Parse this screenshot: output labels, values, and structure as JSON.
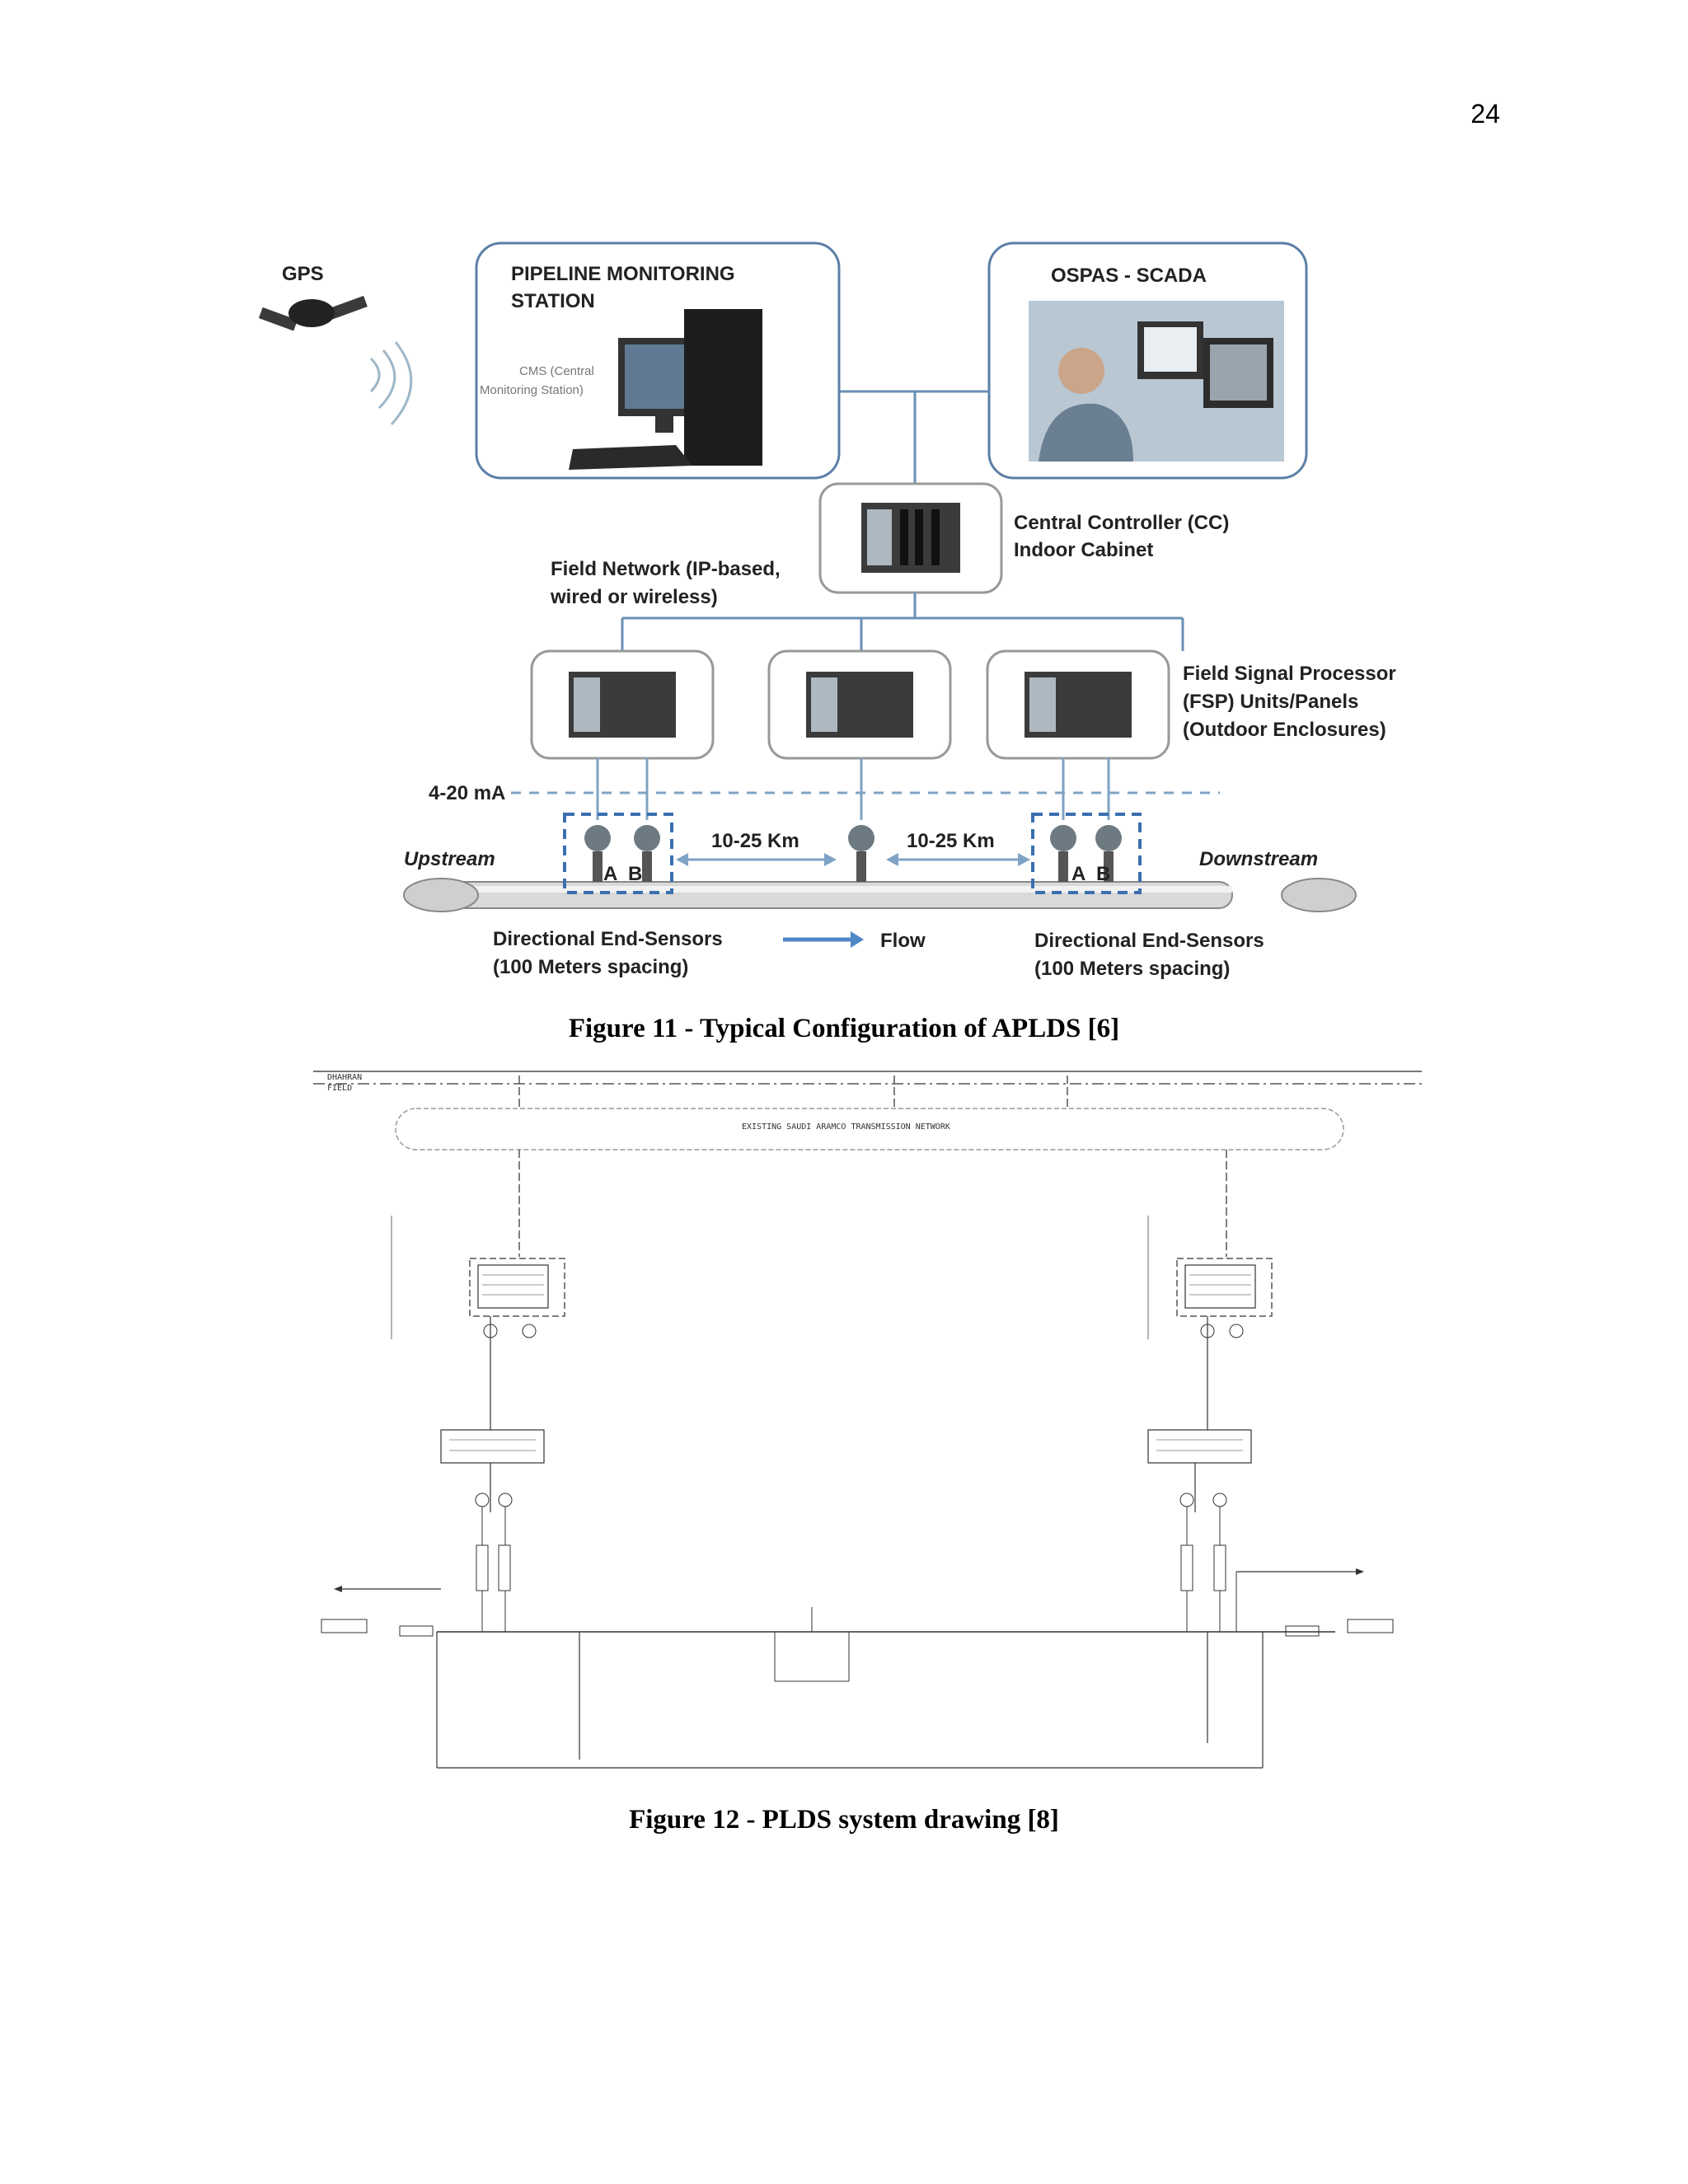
{
  "page_number": "24",
  "figure11": {
    "caption": "Figure 11 - Typical Configuration of APLDS [6]",
    "gps_label": "GPS",
    "monitoring_station": {
      "title_line1": "PIPELINE MONITORING",
      "title_line2": "STATION",
      "cms_line1": "CMS (Central",
      "cms_line2": "Monitoring Station)"
    },
    "scada": {
      "title": "OSPAS - SCADA"
    },
    "central_controller": {
      "line1": "Central Controller (CC)",
      "line2": "Indoor Cabinet"
    },
    "field_network": {
      "line1": "Field Network (IP-based,",
      "line2": "wired or wireless)"
    },
    "fsp": {
      "line1": "Field Signal Processor",
      "line2": "(FSP) Units/Panels",
      "line3": "(Outdoor Enclosures)"
    },
    "signal_label": "4-20 mA",
    "distance_left": "10-25 Km",
    "distance_right": "10-25 Km",
    "upstream": "Upstream",
    "downstream": "Downstream",
    "sensor_a": "A",
    "sensor_b": "B",
    "flow": "Flow",
    "end_sensors_left": {
      "line1": "Directional End-Sensors",
      "line2": "(100 Meters spacing)"
    },
    "end_sensors_right": {
      "line1": "Directional End-Sensors",
      "line2": "(100 Meters spacing)"
    }
  },
  "figure12": {
    "caption": "Figure 12 - PLDS system drawing [8]",
    "area_line1": "DHAHRAN",
    "area_line2": "FIELD",
    "network_label": "EXISTING SAUDI ARAMCO TRANSMISSION NETWORK"
  }
}
